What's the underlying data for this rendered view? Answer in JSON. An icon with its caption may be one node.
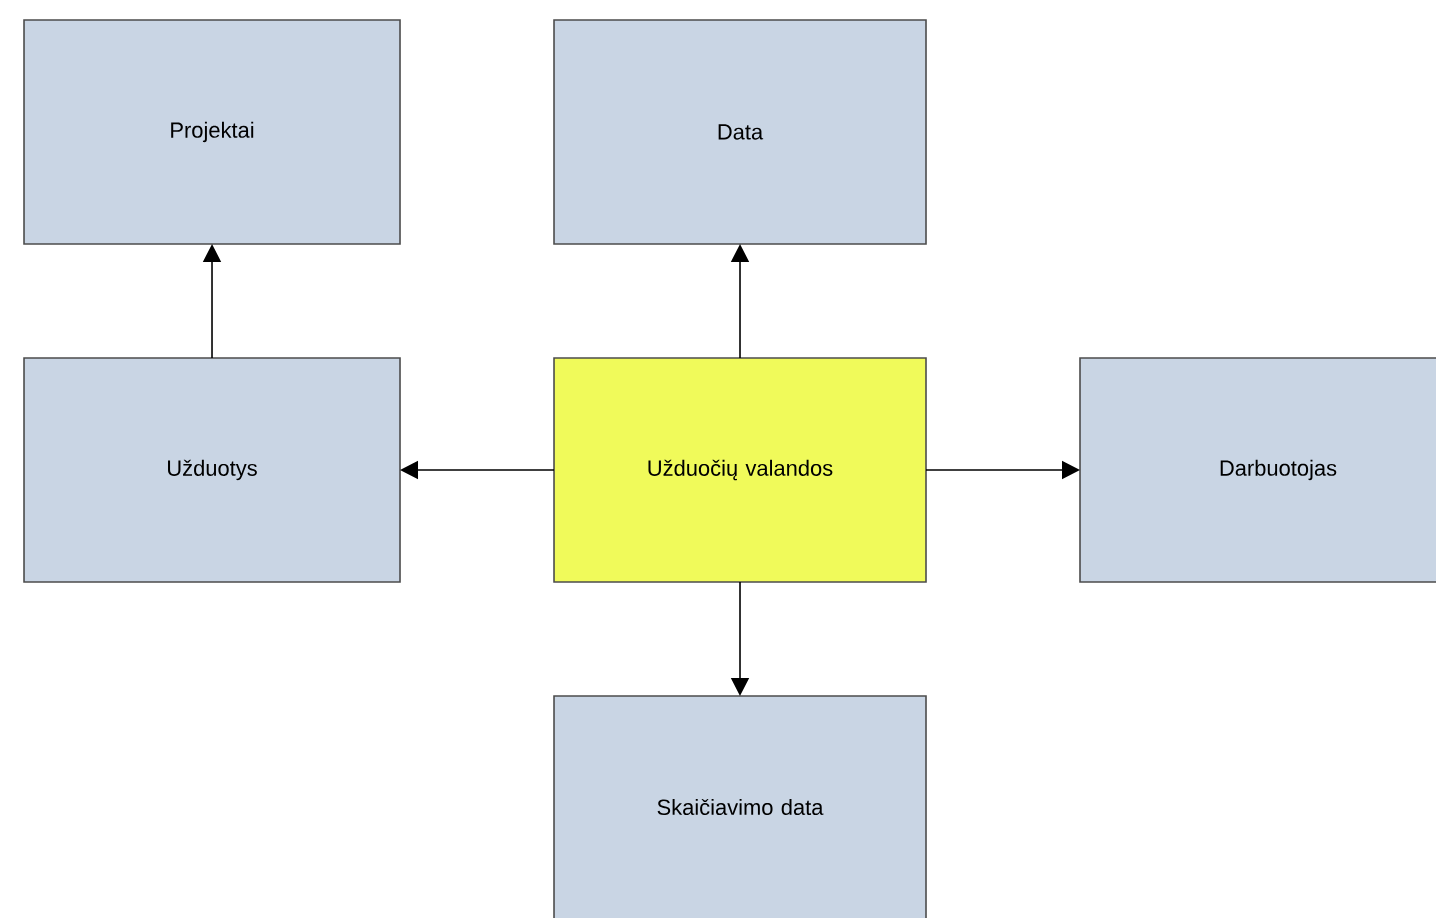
{
  "diagram": {
    "nodes": [
      {
        "text": [
          "Projektai"
        ]
      },
      {
        "text": [
          "Data"
        ]
      },
      {
        "text": [
          "Užduotys"
        ]
      },
      {
        "text": [
          "Užduočių valandos"
        ]
      },
      {
        "text": [
          "Darbuotojas"
        ]
      },
      {
        "text": [
          "Skaičiavimo data"
        ]
      }
    ],
    "edges": [
      {
        "from": 2,
        "to": 0,
        "arrow": "to"
      },
      {
        "from": 3,
        "to": 1,
        "arrow": "to"
      },
      {
        "from": 3,
        "to": 2,
        "arrow": "to"
      },
      {
        "from": 3,
        "to": 4,
        "arrow": "to"
      },
      {
        "from": 3,
        "to": 5,
        "arrow": "to"
      }
    ]
  }
}
